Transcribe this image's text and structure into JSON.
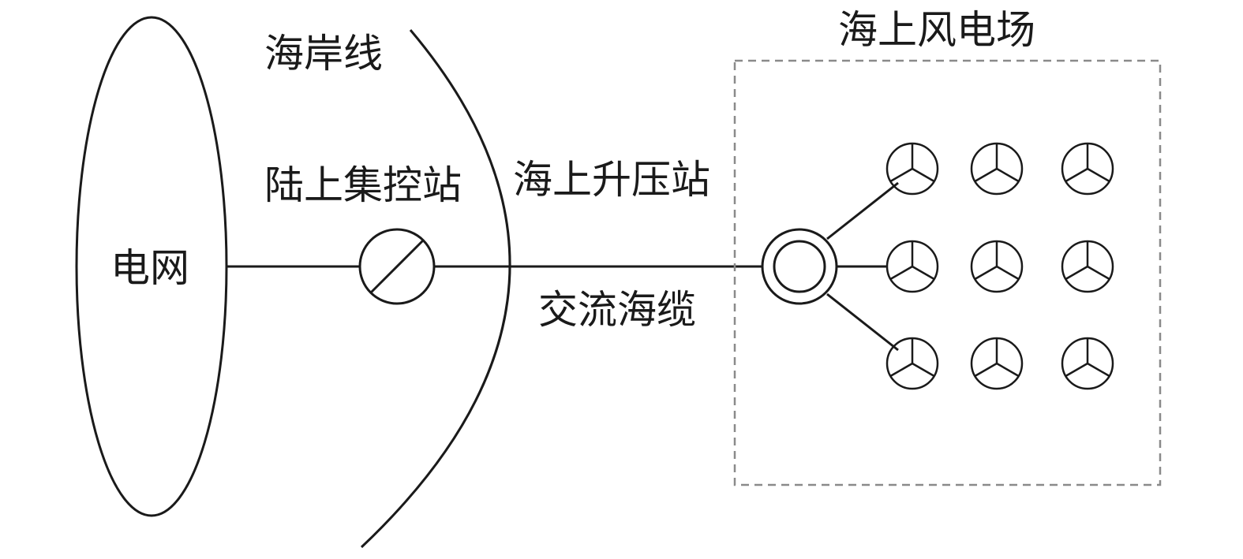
{
  "labels": {
    "grid": "电网",
    "coastline": "海岸线",
    "onshore_station": "陆上集控站",
    "offshore_substation": "海上升压站",
    "ac_cable": "交流海缆",
    "wind_farm": "海上风电场"
  },
  "colors": {
    "line": "#1a1a1a",
    "dashed_border": "#8a8a8a",
    "background": "#ffffff"
  },
  "wind_turbines": {
    "rows": 3,
    "cols": 3,
    "icon": "wind-turbine-symbol-icon"
  }
}
